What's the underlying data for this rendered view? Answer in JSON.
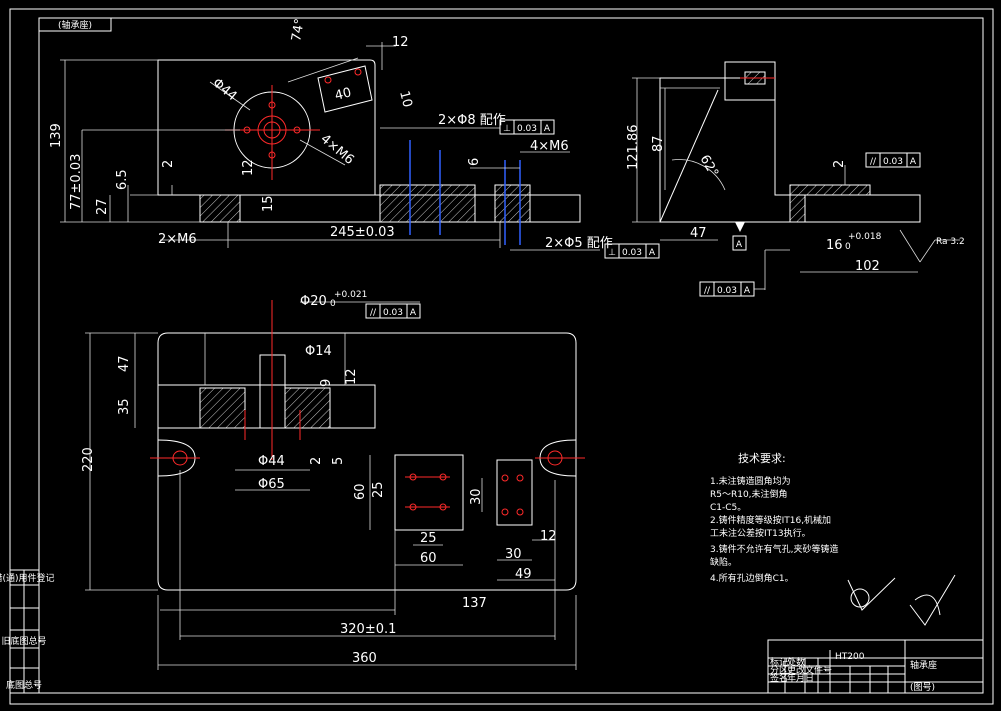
{
  "drawing": {
    "corner_label": "(轴承座)",
    "top_view_dims": {
      "angle_top": "74°",
      "d12_top": "12",
      "d40": "40",
      "d10": "10",
      "phi44_top": "Φ44",
      "m6_4x": "4×M6",
      "d139": "139",
      "d77": "77±0.03",
      "d65": "6.5",
      "d27": "27",
      "d2_left": "2",
      "d12_mid": "12",
      "d15": "15",
      "m6_2x": "2×M6",
      "d245": "245±0.03",
      "phi8_note": "2×Φ8 配作",
      "tol1_sym": "⊥",
      "tol1_val": "0.03",
      "tol1_ref": "A",
      "d6": "6",
      "m6_4x_right": "4×M6",
      "phi5_note": "2×Φ5 配作",
      "tol2_sym": "⊥",
      "tol2_val": "0.03",
      "tol2_ref": "A"
    },
    "side_view_dims": {
      "d121": "121.86",
      "d87": "87",
      "angle": "62°",
      "d47": "47",
      "datum": "A",
      "d2": "2",
      "tol3_sym": "//",
      "tol3_val": "0.03",
      "tol3_ref": "A",
      "d16": "16",
      "d16_tol": "+0.018",
      "d16_low": "0",
      "d102": "102",
      "ra": "Ra 3.2",
      "tol4_sym": "//",
      "tol4_val": "0.03",
      "tol4_ref": "A"
    },
    "front_view_dims": {
      "phi20": "Φ20",
      "phi20_tol": "+0.021",
      "phi20_low": "0",
      "tol5_sym": "//",
      "tol5_val": "0.03",
      "tol5_ref": "A",
      "phi14": "Φ14",
      "d47": "47",
      "d35": "35",
      "d9": "9",
      "d12": "12",
      "d220": "220",
      "phi44": "Φ44",
      "d2": "2",
      "d5": "5",
      "phi65": "Φ65",
      "d60": "60",
      "d25_v": "25",
      "d25_h": "25",
      "d60_h": "60",
      "d30_v": "30",
      "d30_h": "30",
      "d12_r": "12",
      "d49": "49",
      "d137": "137",
      "d320": "320±0.1",
      "d360": "360"
    },
    "tech_req": {
      "title": "技术要求:",
      "lines": [
        "1.未注铸造圆角均为",
        "R5～R10,未注倒角",
        "C1-C5。",
        "2.铸件精度等级按IT16,机械加",
        "工未注公差按IT13执行。",
        "3.铸件不允许有气孔,夹砂等铸造",
        "缺陷。",
        "4.所有孔边倒角C1。"
      ]
    },
    "title_block": {
      "material": "HT200",
      "name": "轴承座",
      "drawing_no": "(图号)",
      "rows": [
        "标记",
        "处数",
        "分区",
        "更改文件号",
        "签名",
        "年月日"
      ]
    },
    "left_strip": [
      "借(通)用件登记",
      "",
      "旧底图总号",
      "",
      "",
      "底图总号"
    ]
  }
}
